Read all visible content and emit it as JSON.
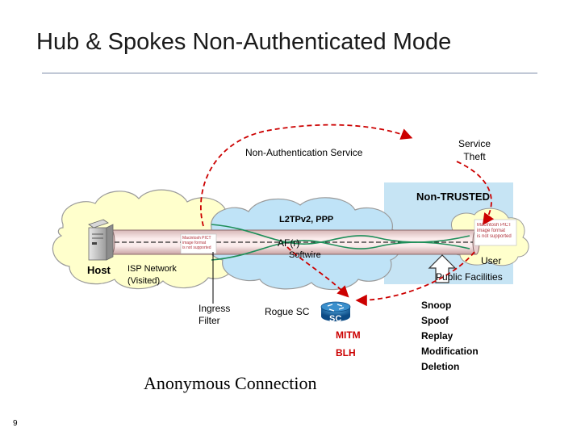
{
  "slide": {
    "title": "Hub & Spokes Non-Authenticated Mode",
    "page_number": "9"
  },
  "diagram": {
    "non_auth_service": "Non-Authentication Service",
    "service_theft": [
      "Service",
      "Theft"
    ],
    "non_trusted": "Non-TRUSTED",
    "l2tp": "L2TPv2, PPP",
    "af": "AF(r)",
    "softwire": "Softwire",
    "host": "Host",
    "isp_network": [
      "ISP Network",
      "(Visited)"
    ],
    "user": "User",
    "public_facilities": "Public Facilities",
    "ingress_filter": [
      "Ingress",
      "Filter"
    ],
    "rogue_sc": "Rogue SC",
    "sc": "SC",
    "mitm": "MITM",
    "blh": "BLH",
    "attacks": [
      "Snoop",
      "Spoof",
      "Replay",
      "Modification",
      "Deletion"
    ],
    "anonymous_connection": "Anonymous Connection",
    "image_placeholder": [
      "Macintosh PICT",
      "image format",
      "is not supported"
    ]
  },
  "colors": {
    "cloud_fill": "#ffffcc",
    "cloud_center_fill": "#bfe3f7",
    "trusted_box": "#c6e4f4",
    "tunnel_fill": "#f6dede",
    "dashed_arrow": "#cc0000",
    "attack_text": "#cc0000"
  }
}
